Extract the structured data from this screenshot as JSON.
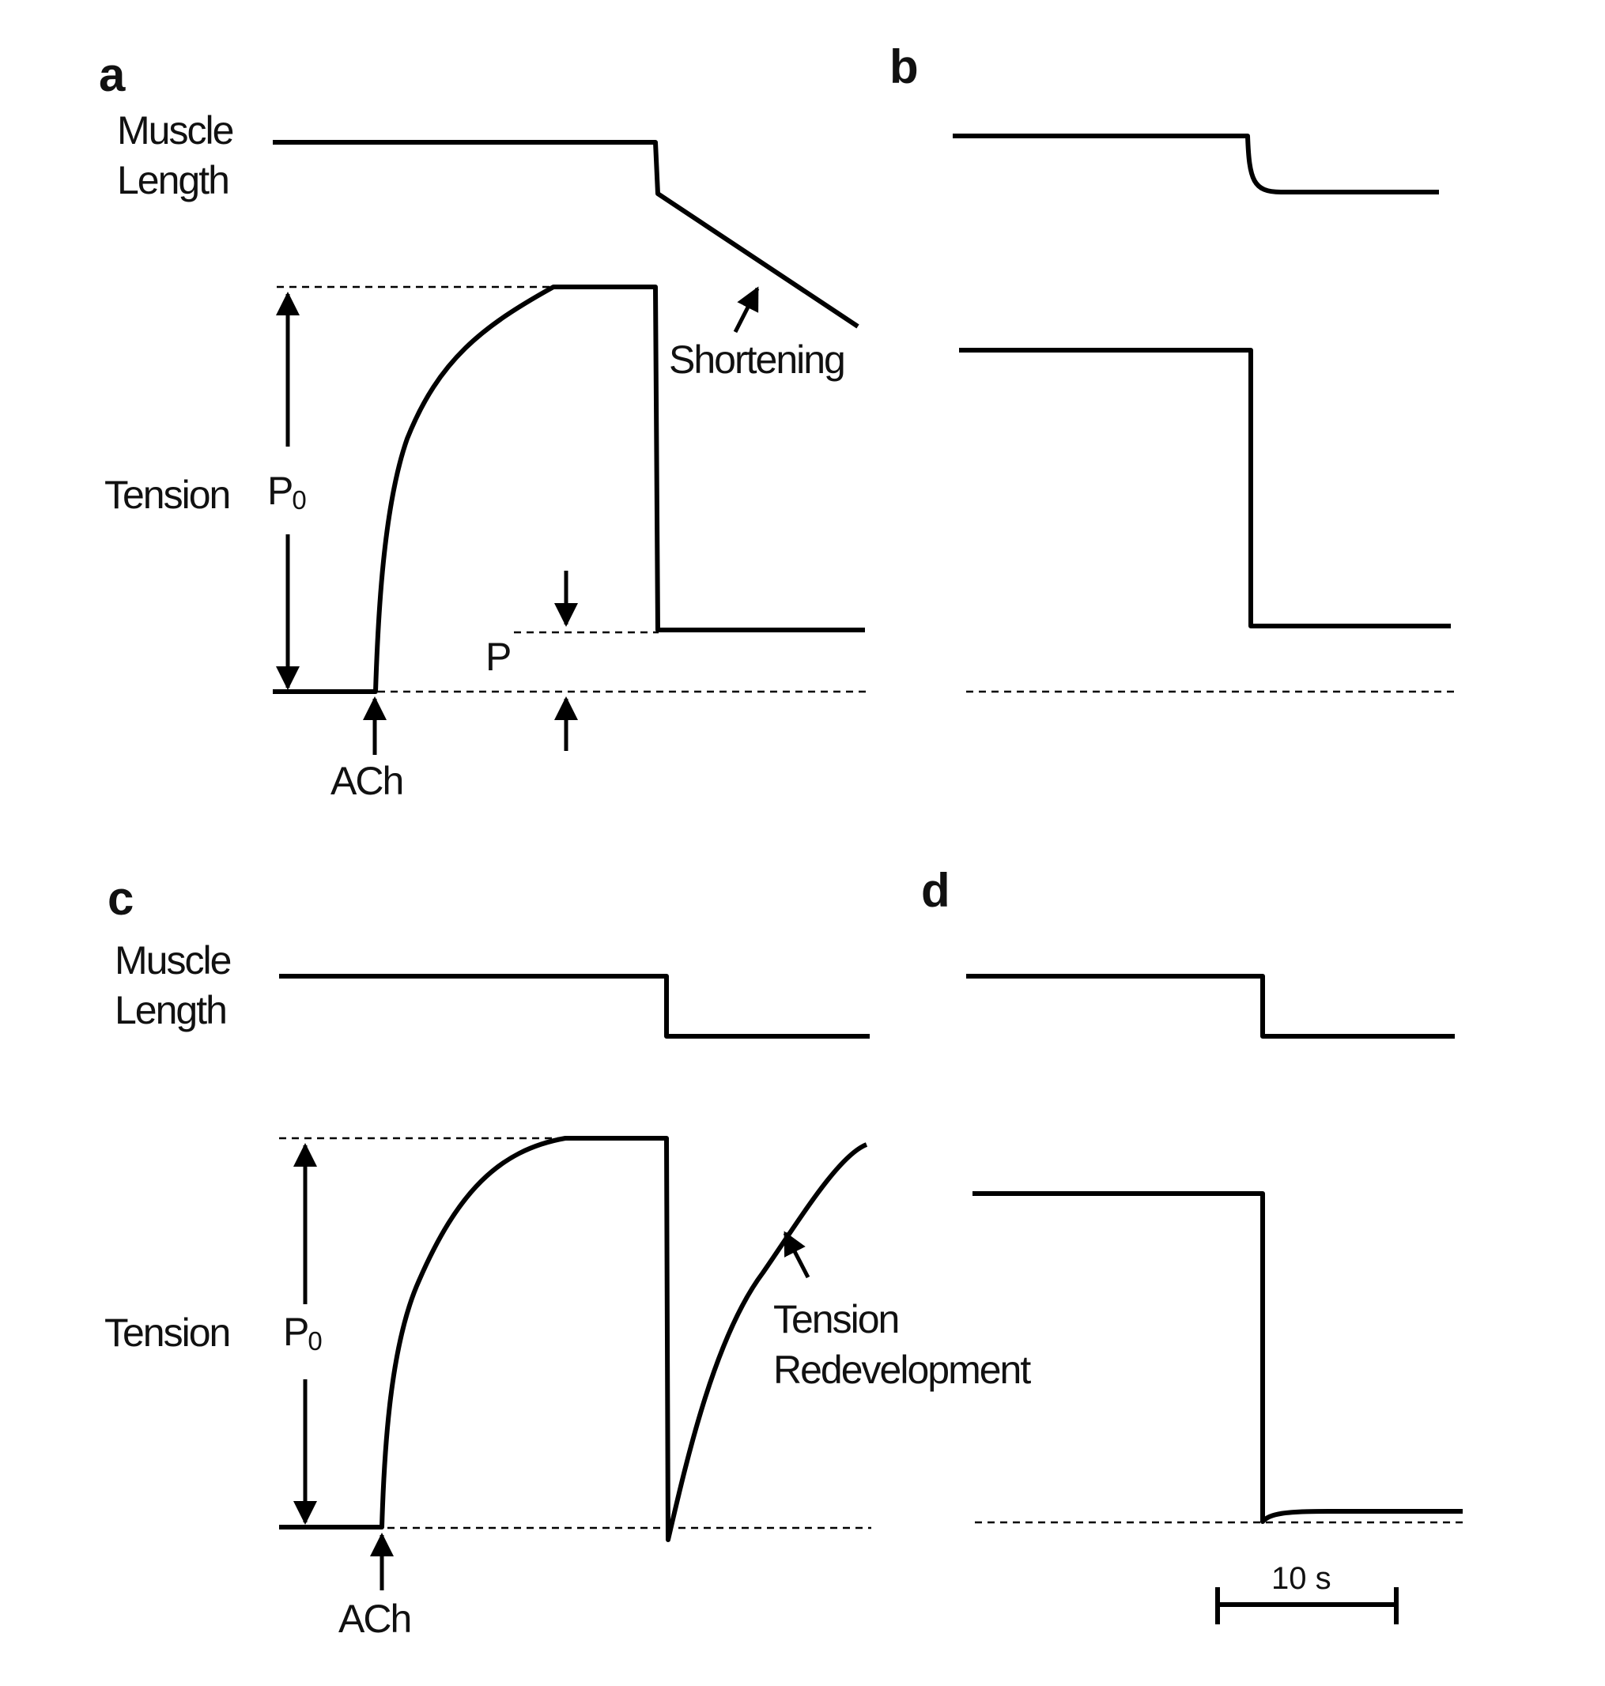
{
  "panels": {
    "a": {
      "letter": "a",
      "length_label_1": "Muscle",
      "length_label_2": "Length",
      "tension_label": "Tension",
      "p0": "P",
      "p0_sub": "0",
      "p_label": "P",
      "stimulus_label": "ACh",
      "shortening_label": "Shortening"
    },
    "b": {
      "letter": "b"
    },
    "c": {
      "letter": "c",
      "length_label_1": "Muscle",
      "length_label_2": "Length",
      "tension_label": "Tension",
      "p0": "P",
      "p0_sub": "0",
      "stimulus_label": "ACh",
      "redevelopment_label_1": "Tension",
      "redevelopment_label_2": "Redevelopment"
    },
    "d": {
      "letter": "d",
      "scale_bar_label": "10 s"
    }
  }
}
